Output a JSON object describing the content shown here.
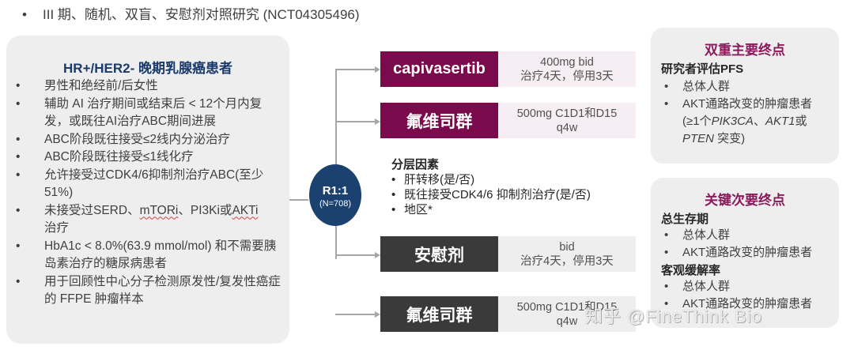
{
  "header": {
    "bullet": "•",
    "text": "III 期、随机、双盲、安慰剂对照研究 (NCT04305496)"
  },
  "population": {
    "title": "HR+/HER2- 晚期乳腺癌患者",
    "criteria": [
      "男性和绝经前/后女性",
      "辅助 AI 治疗期间或结束后 < 12个月内复发，或既往AI治疗ABC期间进展",
      "ABC阶段既往接受≤2线内分泌治疗",
      "ABC阶段既往接受≤1线化疗",
      "允许接受过CDK4/6抑制剂治疗ABC(至少51%)",
      "未接受过SERD、mTORi、PI3Ki或AKTi治疗",
      "HbA1c < 8.0%(63.9 mmol/mol) 和不需要胰岛素治疗的糖尿病患者",
      "用于回顾性中心分子检测原发性/复发性癌症的 FFPE 肿瘤样本"
    ],
    "criteria_parts": {
      "c6_pre": "未接受过SERD、",
      "c6_m": "mTORi",
      "c6_mid": "、PI3Ki或",
      "c6_a": "AKTi",
      "c6_post": "治疗"
    }
  },
  "randomization": {
    "ratio": "R1:1",
    "n": "(N=708)"
  },
  "arms": [
    {
      "name": "capivasertib",
      "dose_line1": "400mg bid",
      "dose_line2": "治疗4天，停用3天",
      "color": "#7b0a4c"
    },
    {
      "name": "氟维司群",
      "dose_line1": "500mg C1D1和D15",
      "dose_line2": "q4w",
      "color": "#7b0a4c"
    },
    {
      "name": "安慰剂",
      "dose_line1": "bid",
      "dose_line2": "治疗4天，停用3天",
      "color": "#3a3a3a"
    },
    {
      "name": "氟维司群",
      "dose_line1": "500mg C1D1和D15",
      "dose_line2": "q4w",
      "color": "#3a3a3a"
    }
  ],
  "stratification": {
    "title": "分层因素",
    "items": [
      "肝转移(是/否)",
      "既往接受CDK4/6 抑制剂治疗(是/否)",
      "地区*"
    ]
  },
  "primary_endpoints": {
    "title": "双重主要终点",
    "subtitle": "研究者评估PFS",
    "items": [
      "总体人群",
      "AKT通路改变的肿瘤患者"
    ],
    "note_parts": {
      "pre": "(≥1个",
      "g1": "PIK3CA",
      "sep": "、",
      "g2": "AKT1",
      "or": "或",
      "g3": "PTEN",
      "post": " 突变)"
    }
  },
  "secondary_endpoints": {
    "title": "关键次要终点",
    "groups": [
      {
        "subtitle": "总生存期",
        "items": [
          "总体人群",
          "AKT通路改变的肿瘤患者"
        ]
      },
      {
        "subtitle": "客观缓解率",
        "items": [
          "总体人群",
          "AKT通路改变的肿瘤患者"
        ]
      }
    ]
  },
  "watermark": "知乎 @FineThink Bio",
  "colors": {
    "arm_treatment": "#7b0a4c",
    "arm_control": "#3a3a3a",
    "randomization": "#1a4170",
    "population_title": "#1a3a6b",
    "endpoint_title": "#8b1a5c",
    "panel_bg": "#eeeeee"
  }
}
